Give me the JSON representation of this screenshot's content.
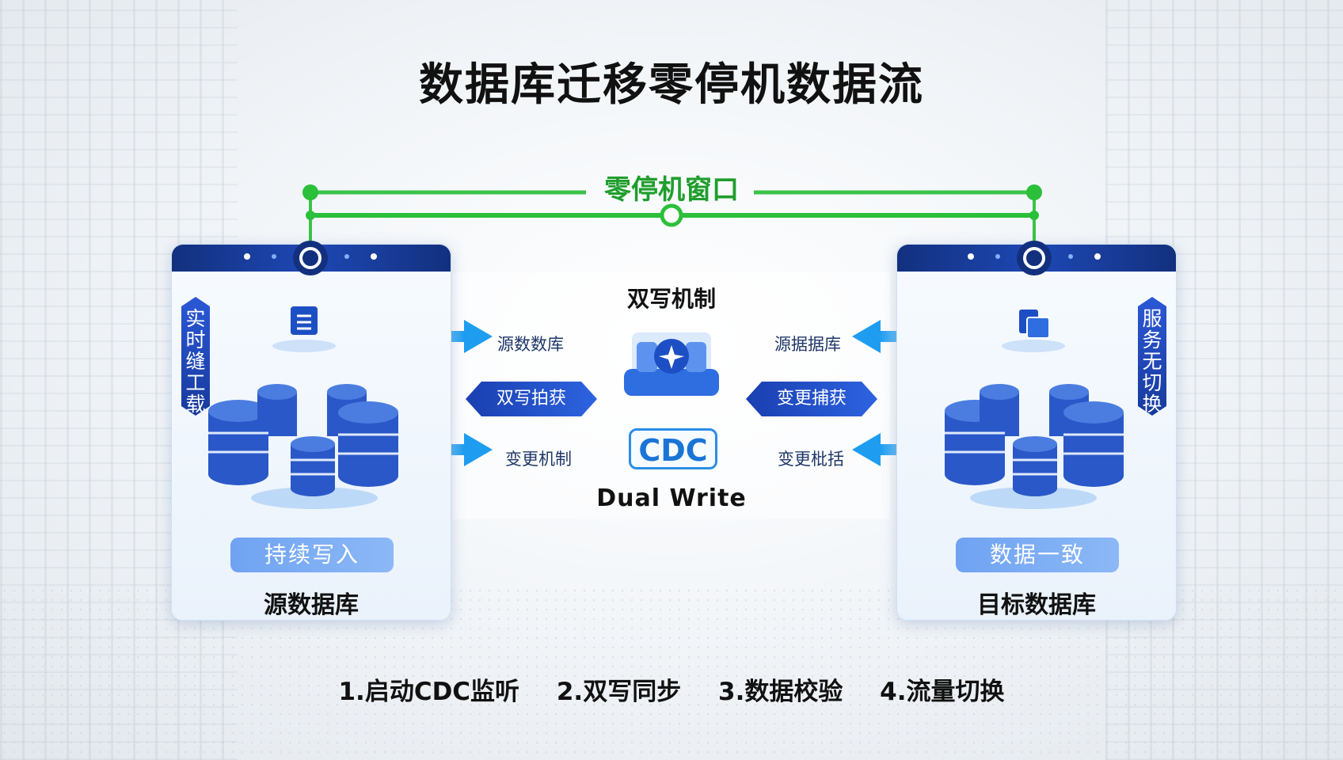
{
  "title": "数据库迁移零停机数据流",
  "window_label": "零停机窗口",
  "source": {
    "name": "源数据库",
    "side_tag": "实时缝工载",
    "pill": "持续写入",
    "icon": "database-cluster-icon"
  },
  "target": {
    "name": "目标数据库",
    "side_tag": "服务无切换",
    "pill": "数据一致",
    "icon": "database-cluster-icon"
  },
  "center": {
    "title": "双写机制",
    "left_top": "源数数库",
    "left_badge": "双写拍获",
    "left_bottom": "变更机制",
    "right_top": "源据据库",
    "right_badge": "变更捕获",
    "right_bottom": "变更枇括",
    "cdc": "CDC",
    "dual_write": "Dual Write"
  },
  "steps": [
    "1.启动CDC监听",
    "2.双写同步",
    "3.数据校验",
    "4.流量切换"
  ],
  "colors": {
    "accent_green": "#2bbf3a",
    "panel_navy": "#13307e",
    "arrow_blue": "#1e9df0"
  }
}
